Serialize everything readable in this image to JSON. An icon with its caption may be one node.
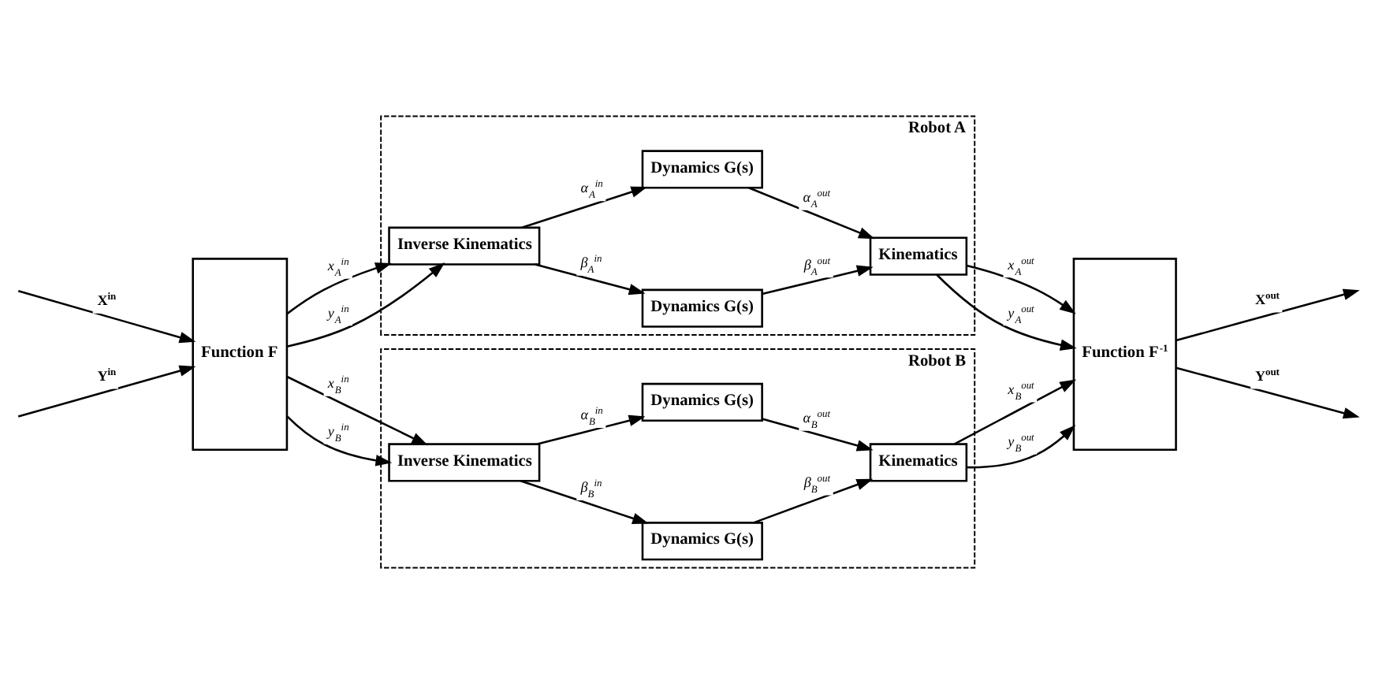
{
  "diagram": {
    "nodes": [
      {
        "text": [
          "Function F"
        ]
      },
      {
        "text": [
          "Robot A"
        ]
      },
      {
        "text": [
          "Inverse Kinematics"
        ],
        "in": 1
      },
      {
        "text": [
          "Dynamics G(s)"
        ],
        "in": 1
      },
      {
        "text": [
          "Dynamics G(s)"
        ],
        "in": 1
      },
      {
        "text": [
          "Kinematics"
        ],
        "in": 1
      },
      {
        "text": [
          "Robot B"
        ]
      },
      {
        "text": [
          "Inverse Kinematics"
        ],
        "in": 6
      },
      {
        "text": [
          "Dynamics G(s)"
        ],
        "in": 6
      },
      {
        "text": [
          "Dynamics G(s)"
        ],
        "in": 6
      },
      {
        "text": [
          "Kinematics"
        ],
        "in": 6
      },
      {
        "text": [
          "Function F$^{-1}$"
        ]
      }
    ],
    "edges": [
      {
        "from": null,
        "to": 0,
        "arrow": "to",
        "label": "X$^{in}$"
      },
      {
        "from": null,
        "to": 0,
        "arrow": "to",
        "label": "Y$^{in}$"
      },
      {
        "from": 0,
        "to": 2,
        "arrow": "to",
        "label": "x$_{A}$$^{in}$"
      },
      {
        "from": 0,
        "to": 2,
        "arrow": "to",
        "label": "y$_{A}$$^{in}$"
      },
      {
        "from": 2,
        "to": 3,
        "arrow": "to",
        "label": "α$_{A}$$^{in}$"
      },
      {
        "from": 2,
        "to": 4,
        "arrow": "to",
        "label": "β$_{A}$$^{in}$"
      },
      {
        "from": 3,
        "to": 5,
        "arrow": "to",
        "label": "α$_{A}$$^{out}$"
      },
      {
        "from": 4,
        "to": 5,
        "arrow": "to",
        "label": "β$_{A}$$^{out}$"
      },
      {
        "from": 5,
        "to": 11,
        "arrow": "to",
        "label": "x$_{A}$$^{out}$"
      },
      {
        "from": 5,
        "to": 11,
        "arrow": "to",
        "label": "y$_{A}$$^{out}$"
      },
      {
        "from": 0,
        "to": 7,
        "arrow": "to",
        "label": "x$_{B}$$^{in}$"
      },
      {
        "from": 0,
        "to": 7,
        "arrow": "to",
        "label": "y$_{B}$$^{in}$"
      },
      {
        "from": 7,
        "to": 8,
        "arrow": "to",
        "label": "α$_{B}$$^{in}$"
      },
      {
        "from": 7,
        "to": 9,
        "arrow": "to",
        "label": "β$_{B}$$^{in}$"
      },
      {
        "from": 8,
        "to": 10,
        "arrow": "to",
        "label": "α$_{B}$$^{out}$"
      },
      {
        "from": 9,
        "to": 10,
        "arrow": "to",
        "label": "β$_{B}$$^{out}$"
      },
      {
        "from": 10,
        "to": 11,
        "arrow": "to",
        "label": "x$_{B}$$^{out}$"
      },
      {
        "from": 10,
        "to": 11,
        "arrow": "to",
        "label": "y$_{B}$$^{out}$"
      },
      {
        "from": 11,
        "to": null,
        "arrow": "to",
        "label": "X$^{out}$"
      },
      {
        "from": 11,
        "to": null,
        "arrow": "to",
        "label": "Y$^{out}$"
      }
    ]
  }
}
